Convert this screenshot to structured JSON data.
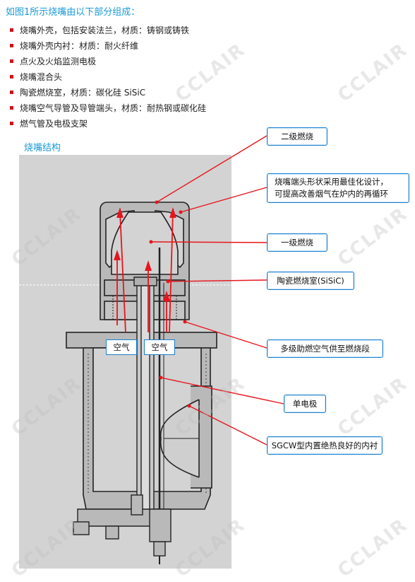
{
  "heading": "如图1所示烧嘴由以下部分组成：",
  "parts": [
    "烧嘴外壳，包括安装法兰，材质：铸钢或铸铁",
    "烧嘴外壳内衬：材质：耐火纤维",
    "点火及火焰监测电极",
    "烧嘴混合头",
    "陶瓷燃烧室，材质：碳化硅 SiSiC",
    "烧嘴空气导管及导管端头，材质：耐热钢或碳化硅",
    "燃气管及电极支架"
  ],
  "section_title": "烧嘴结构",
  "callouts": {
    "secondary": "二级燃烧",
    "nozzle_line1": "烧嘴端头形状采用最佳化设计，",
    "nozzle_line2": "可提高改善烟气在炉内的再循环",
    "primary": "一级燃烧",
    "chamber": "陶瓷燃烧室(SiSiC)",
    "multistage": "多级助燃空气供至燃烧段",
    "electrode": "单电极",
    "lining": "SGCW型内置绝热良好的内衬"
  },
  "air_labels": [
    "空气",
    "空气"
  ],
  "watermark": "CCLAIR",
  "colors": {
    "accent": "#1a9ad6",
    "bullet": "#d0121b",
    "leader": "#e8141c",
    "box_border": "#1a7fd0",
    "panel": "#d3d3d3"
  }
}
